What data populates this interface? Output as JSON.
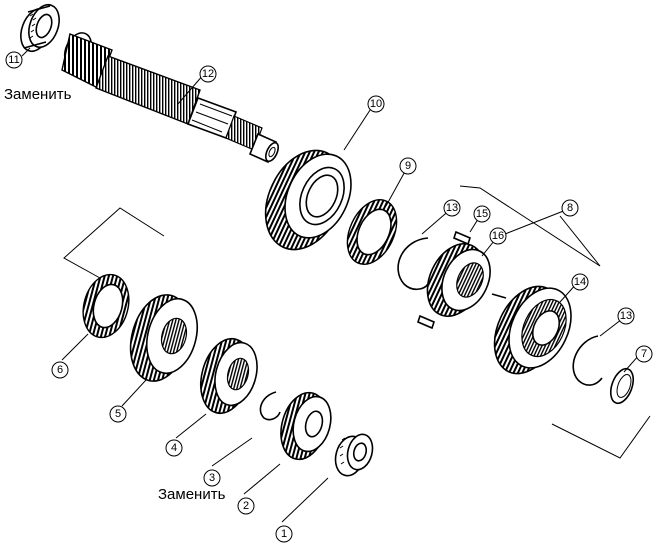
{
  "notes": {
    "replace_top": "Заменить",
    "replace_bottom": "Заменить"
  },
  "callouts": [
    {
      "id": "c1",
      "label": "1"
    },
    {
      "id": "c2",
      "label": "2"
    },
    {
      "id": "c3",
      "label": "3"
    },
    {
      "id": "c4",
      "label": "4"
    },
    {
      "id": "c5",
      "label": "5"
    },
    {
      "id": "c6",
      "label": "6"
    },
    {
      "id": "c7",
      "label": "7"
    },
    {
      "id": "c8",
      "label": "8"
    },
    {
      "id": "c9",
      "label": "9"
    },
    {
      "id": "c10",
      "label": "10"
    },
    {
      "id": "c11",
      "label": "11"
    },
    {
      "id": "c12",
      "label": "12"
    },
    {
      "id": "c13a",
      "label": "13"
    },
    {
      "id": "c13b",
      "label": "13"
    },
    {
      "id": "c14",
      "label": "14"
    },
    {
      "id": "c15",
      "label": "15"
    },
    {
      "id": "c16",
      "label": "16"
    }
  ]
}
